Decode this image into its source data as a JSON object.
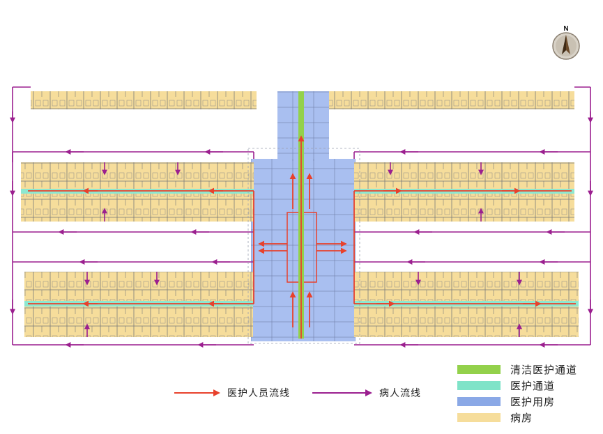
{
  "compass": {
    "label": "N"
  },
  "flow_legend": [
    {
      "label": "医护人员流线",
      "color": "#e8412c"
    },
    {
      "label": "病人流线",
      "color": "#9b1f8f"
    }
  ],
  "zone_legend": [
    {
      "label": "清洁医护通道",
      "color": "#93d14b"
    },
    {
      "label": "医护通道",
      "color": "#7fe3c8"
    },
    {
      "label": "医护用房",
      "color": "#8aa8e6"
    },
    {
      "label": "病房",
      "color": "#f6dd9b"
    }
  ],
  "colors": {
    "ward": "#f6dd9b",
    "medical_rooms": "#a9bff0",
    "clean_corridor": "#93d14b",
    "medical_corridor": "#8ee8d0",
    "staff_flow": "#e8412c",
    "patient_flow": "#9b1f8f",
    "wall": "#6b6b6b"
  }
}
